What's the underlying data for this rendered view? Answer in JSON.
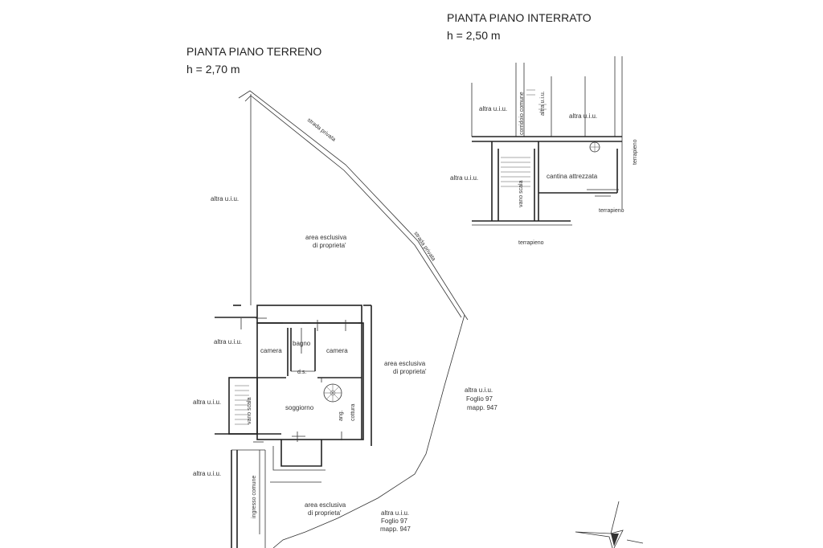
{
  "titles": {
    "ground_floor": "PIANTA PIANO TERRENO",
    "ground_height": "h = 2,70 m",
    "basement": "PIANTA PIANO INTERRATO",
    "basement_height": "h = 2,50 m"
  },
  "ground_labels": {
    "strada_privata_1": "strada privata",
    "strada_privata_2": "strada privata",
    "altra_uiu_left_top": "altra u.i.u.",
    "area_esclusiva_top_1": "area esclusiva",
    "area_esclusiva_top_2": "di proprieta'",
    "altra_uiu_west": "altra u.i.u.",
    "camera_left": "camera",
    "bagno": "bagno",
    "camera_right": "camera",
    "ds": "d.s.",
    "area_esclusiva_right_1": "area esclusiva",
    "area_esclusiva_right_2": "di proprieta'",
    "altra_uiu_right_1": "altra u.i.u.",
    "altra_uiu_right_2": "Foglio 97",
    "altra_uiu_right_3": "mapp. 947",
    "altra_uiu_stair": "altra u.i.u.",
    "vano_scala": "vano scala",
    "soggiorno": "soggiorno",
    "ang_cottura_1": "ang.",
    "ang_cottura_2": "cottura",
    "altra_uiu_south": "altra u.i.u.",
    "ingresso_comune": "ingresso comune",
    "area_esclusiva_bottom_1": "area esclusiva",
    "area_esclusiva_bottom_2": "di proprieta'",
    "altra_uiu_bottom_1": "altra u.i.u.",
    "altra_uiu_bottom_2": "Foglio 97",
    "altra_uiu_bottom_3": "mapp. 947"
  },
  "basement_labels": {
    "altra_uiu_a": "altra u.i.u.",
    "corridoio_comune": "corridoio comune",
    "altra_uiu_b": "altra u.i.u.",
    "altra_uiu_c": "altra u.i.u.",
    "terrapieno_right": "terrapieno",
    "altra_uiu_d": "altra u.i.u.",
    "vano_scala": "vano scala",
    "cantina": "cantina attrezzata",
    "terrapieno_bottom_right": "terrapieno",
    "terrapieno_bottom": "terrapieno"
  },
  "icons": {
    "north_arrow": "north-arrow-icon",
    "spiral_stair": "spiral-stair-icon"
  }
}
